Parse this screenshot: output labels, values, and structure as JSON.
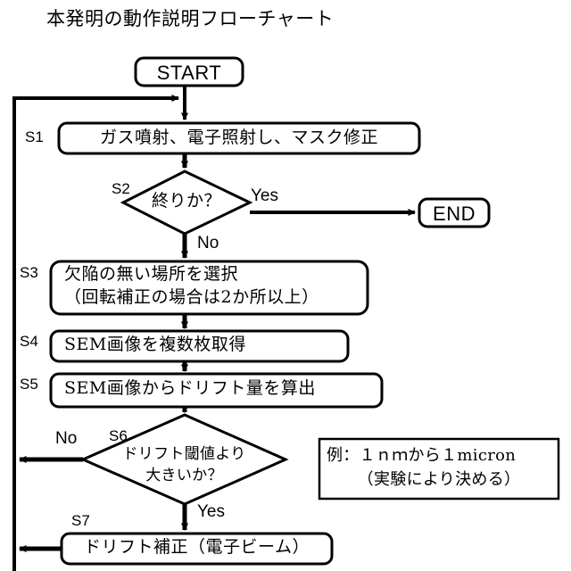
{
  "diagram": {
    "title": "本発明の動作説明フローチャート",
    "type": "flowchart",
    "colors": {
      "background": "#ffffff",
      "stroke": "#000000",
      "text": "#000000"
    },
    "nodes": [
      {
        "id": "start",
        "shape": "terminator",
        "label": "START",
        "step": ""
      },
      {
        "id": "s1",
        "shape": "process",
        "label": "ガス噴射、電子照射し、マスク修正",
        "step": "S1"
      },
      {
        "id": "s2",
        "shape": "decision",
        "label": "終りか？",
        "step": "S2"
      },
      {
        "id": "end",
        "shape": "terminator",
        "label": "END",
        "step": ""
      },
      {
        "id": "s3",
        "shape": "process",
        "label_line1": "欠陥の無い場所を選択",
        "label_line2": "（回転補正の場合は2か所以上）",
        "step": "S3"
      },
      {
        "id": "s4",
        "shape": "process",
        "label": "SEM画像を複数枚取得",
        "step": "S4"
      },
      {
        "id": "s5",
        "shape": "process",
        "label": "SEM画像からドリフト量を算出",
        "step": "S5"
      },
      {
        "id": "s6",
        "shape": "decision",
        "label_line1": "ドリフト閾値より",
        "label_line2": "大きいか？",
        "step": "S6"
      },
      {
        "id": "s7",
        "shape": "process",
        "label": "ドリフト補正（電子ビーム）",
        "step": "S7"
      }
    ],
    "edge_labels": {
      "s2_yes": "Yes",
      "s2_no": "No",
      "s6_no": "No",
      "s6_yes": "Yes"
    },
    "note": {
      "line1": "例：１ｎｍから１micron",
      "line2": "（実験により決める）"
    }
  }
}
